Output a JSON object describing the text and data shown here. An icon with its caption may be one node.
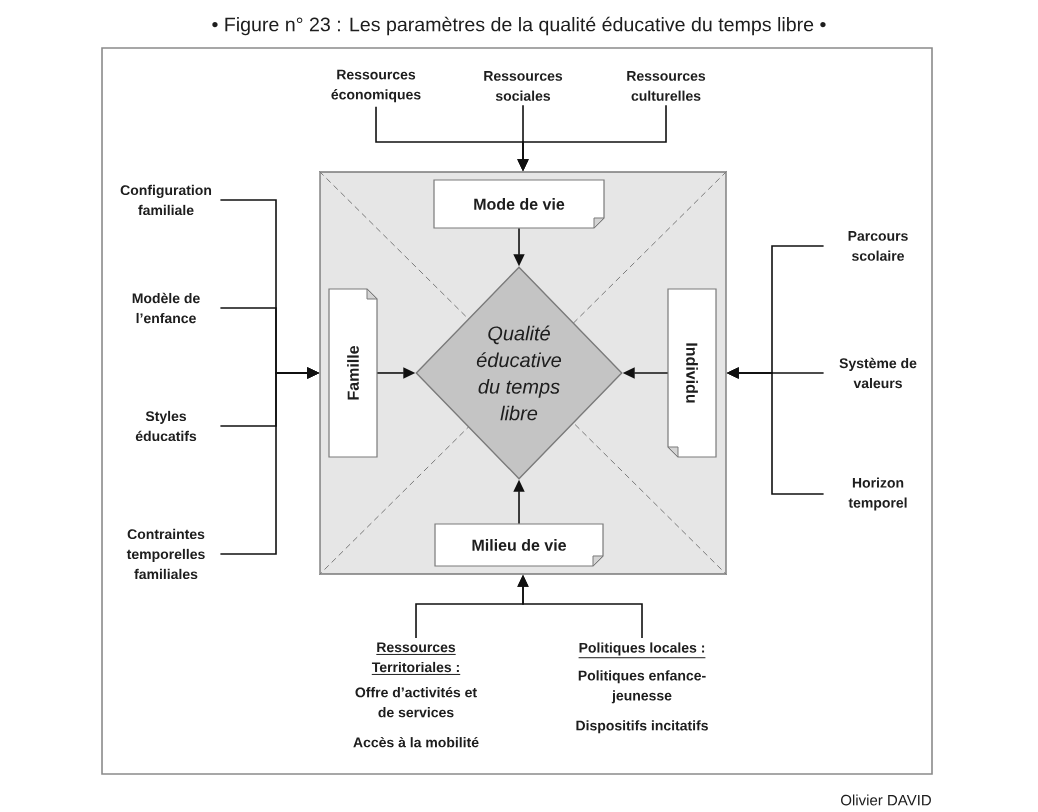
{
  "diagram": {
    "title": "• Figure n° 23 : Les paramètres de la qualité éducative du temps libre •",
    "nodes": [
      {
        "text": [
          "Ressources économiques"
        ]
      },
      {
        "text": [
          "Ressources sociales"
        ]
      },
      {
        "text": [
          "Ressources culturelles"
        ]
      },
      {
        "text": [],
        "shape": "box"
      },
      {
        "text": [
          "Mode de vie"
        ],
        "in": 3
      },
      {
        "text": [
          "Famille"
        ],
        "in": 3
      },
      {
        "text": [
          "Qualité éducative du temps libre"
        ],
        "in": 3
      },
      {
        "text": [
          "Individu"
        ],
        "in": 3
      },
      {
        "text": [
          "Milieu de vie"
        ],
        "in": 3
      },
      {
        "text": [
          "Configuration familiale"
        ]
      },
      {
        "text": [
          "Modèle de l’enfance"
        ]
      },
      {
        "text": [
          "Styles éducatifs"
        ]
      },
      {
        "text": [
          "Contraintes temporelles familiales"
        ]
      },
      {
        "text": [
          "Parcours scolaire"
        ]
      },
      {
        "text": [
          "Système de valeurs"
        ]
      },
      {
        "text": [
          "Horizon temporel"
        ]
      },
      {
        "text": [
          "Ressources Territoriales :",
          "Offre d’activités et de services",
          "Accès à la mobilité"
        ]
      },
      {
        "text": [
          "Politiques locales :",
          "Politiques enfance-jeunesse",
          "Dispositifs incitatifs"
        ]
      }
    ],
    "edges": [
      {
        "from": 0,
        "to": 3,
        "arrow": "to"
      },
      {
        "from": 1,
        "to": 3,
        "arrow": "to"
      },
      {
        "from": 2,
        "to": 3,
        "arrow": "to"
      },
      {
        "from": 4,
        "to": 6,
        "arrow": "to"
      },
      {
        "from": 5,
        "to": 6,
        "arrow": "to"
      },
      {
        "from": 7,
        "to": 6,
        "arrow": "to"
      },
      {
        "from": 8,
        "to": 6,
        "arrow": "to"
      },
      {
        "from": 9,
        "to": 3,
        "arrow": "to"
      },
      {
        "from": 10,
        "to": 3,
        "arrow": "to"
      },
      {
        "from": 11,
        "to": 3,
        "arrow": "to"
      },
      {
        "from": 12,
        "to": 3,
        "arrow": "to"
      },
      {
        "from": 13,
        "to": 3,
        "arrow": "to"
      },
      {
        "from": 14,
        "to": 3,
        "arrow": "to"
      },
      {
        "from": 15,
        "to": 3,
        "arrow": "to"
      },
      {
        "from": 16,
        "to": 3,
        "arrow": "to"
      },
      {
        "from": 17,
        "to": 3,
        "arrow": "to"
      }
    ],
    "labels": [
      "Olivier DAVID"
    ]
  }
}
